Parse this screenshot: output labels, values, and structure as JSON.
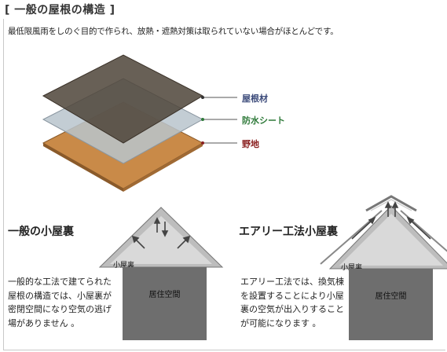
{
  "page": {
    "title": "[ 一般の屋根の構造 ]",
    "intro": "最低限風雨をしのぐ目的で作られ、放熱・遮熱対策は取られていない場合がほとんどです。"
  },
  "layers": [
    {
      "label": "屋根材",
      "color": "#3b4a7a"
    },
    {
      "label": "防水シート",
      "color": "#2f7a3a"
    },
    {
      "label": "野地",
      "color": "#8a2020"
    }
  ],
  "general": {
    "heading": "一般の小屋裏",
    "attic_label": "小屋裏",
    "room_label": "居住空間",
    "description": [
      "一般的な工法で建てられた",
      "屋根の構造では、小屋裏が",
      "密閉空間になり空気の逃げ",
      "場がありません 。"
    ]
  },
  "airy": {
    "heading": "エアリー工法小屋裏",
    "attic_label": "小屋裏",
    "room_label": "居住空間",
    "description": [
      "エアリー工法では、換気棟",
      "を設置することにより小屋",
      "裏の空気が出入りすること",
      "が可能になります 。"
    ]
  },
  "colors": {
    "roof_material": "#5d5348",
    "waterproof_sheet": "#b8c4cc",
    "sheathing": "#c98a48",
    "attic_fill": "#d6d6d6",
    "room_fill": "#6e6e6e"
  }
}
